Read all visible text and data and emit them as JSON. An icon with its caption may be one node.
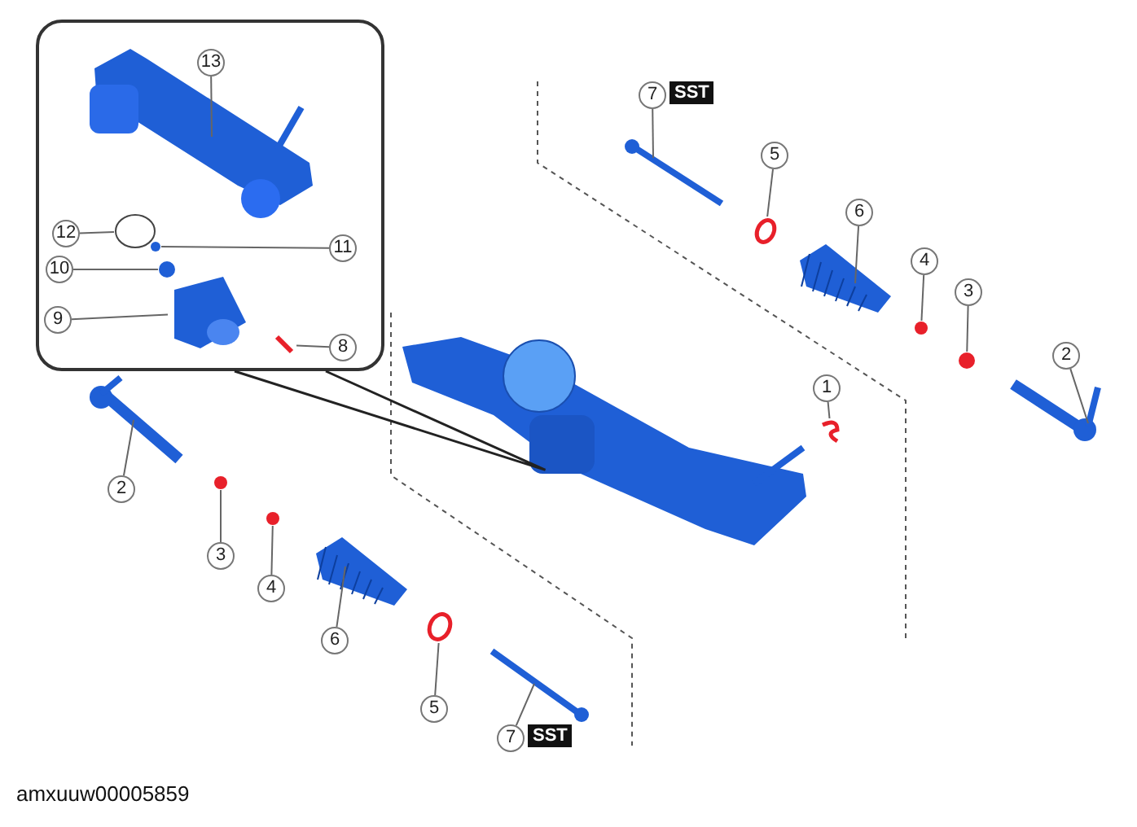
{
  "diagram": {
    "nodes": [
      {
        "text": [],
        "shape": "box"
      },
      {
        "text": [
          "13"
        ],
        "in": 0
      },
      {
        "text": [],
        "shape": "picture",
        "in": 0
      },
      {
        "text": [
          "12"
        ],
        "in": 0
      },
      {
        "text": [],
        "shape": "circle",
        "in": 0
      },
      {
        "text": [
          "11"
        ],
        "in": 0
      },
      {
        "text": [],
        "shape": "circle",
        "in": 0
      },
      {
        "text": [
          "10"
        ],
        "in": 0
      },
      {
        "text": [],
        "shape": "circle",
        "in": 0
      },
      {
        "text": [
          "9"
        ],
        "in": 0
      },
      {
        "text": [],
        "shape": "picture",
        "in": 0
      },
      {
        "text": [
          "8"
        ],
        "in": 0
      },
      {
        "text": [],
        "shape": "picture",
        "in": 0
      },
      {
        "text": [
          "7"
        ],
        "beside": [
          "SST"
        ]
      },
      {
        "text": [],
        "shape": "picture"
      },
      {
        "text": [
          "5"
        ]
      },
      {
        "text": [],
        "shape": "circle"
      },
      {
        "text": [
          "6"
        ]
      },
      {
        "text": [],
        "shape": "picture"
      },
      {
        "text": [
          "4"
        ]
      },
      {
        "text": [],
        "shape": "circle"
      },
      {
        "text": [
          "3"
        ]
      },
      {
        "text": [],
        "shape": "circle"
      },
      {
        "text": [
          "2"
        ]
      },
      {
        "text": [],
        "shape": "picture"
      },
      {
        "text": [
          "1"
        ]
      },
      {
        "text": [],
        "shape": "picture"
      },
      {
        "text": [],
        "shape": "picture"
      },
      {
        "text": [
          "2"
        ]
      },
      {
        "text": [],
        "shape": "picture"
      },
      {
        "text": [
          "3"
        ]
      },
      {
        "text": [],
        "shape": "circle"
      },
      {
        "text": [
          "4"
        ]
      },
      {
        "text": [],
        "shape": "circle"
      },
      {
        "text": [
          "6"
        ]
      },
      {
        "text": [],
        "shape": "picture"
      },
      {
        "text": [
          "5"
        ]
      },
      {
        "text": [],
        "shape": "circle"
      },
      {
        "text": [
          "7"
        ],
        "beside": [
          "SST"
        ]
      },
      {
        "text": [],
        "shape": "picture"
      }
    ],
    "edges": [
      {
        "from": 1,
        "to": 2,
        "arrow": "none"
      },
      {
        "from": 3,
        "to": 4,
        "arrow": "none"
      },
      {
        "from": 5,
        "to": 6,
        "arrow": "none"
      },
      {
        "from": 7,
        "to": 8,
        "arrow": "none"
      },
      {
        "from": 9,
        "to": 10,
        "arrow": "none"
      },
      {
        "from": 11,
        "to": 12,
        "arrow": "none"
      },
      {
        "from": 13,
        "to": 14,
        "arrow": "none"
      },
      {
        "from": 15,
        "to": 16,
        "arrow": "none"
      },
      {
        "from": 17,
        "to": 18,
        "arrow": "none"
      },
      {
        "from": 19,
        "to": 20,
        "arrow": "none"
      },
      {
        "from": 21,
        "to": 22,
        "arrow": "none"
      },
      {
        "from": 23,
        "to": 24,
        "arrow": "none"
      },
      {
        "from": 25,
        "to": 26,
        "arrow": "none"
      },
      {
        "from": 0,
        "to": 27,
        "arrow": "none"
      },
      {
        "from": 28,
        "to": 29,
        "arrow": "none"
      },
      {
        "from": 30,
        "to": 31,
        "arrow": "none"
      },
      {
        "from": 32,
        "to": 33,
        "arrow": "none"
      },
      {
        "from": 34,
        "to": 35,
        "arrow": "none"
      },
      {
        "from": 36,
        "to": 37,
        "arrow": "none"
      },
      {
        "from": 38,
        "to": 39,
        "arrow": "none"
      }
    ],
    "labels": [
      "amxuuw00005859"
    ]
  }
}
